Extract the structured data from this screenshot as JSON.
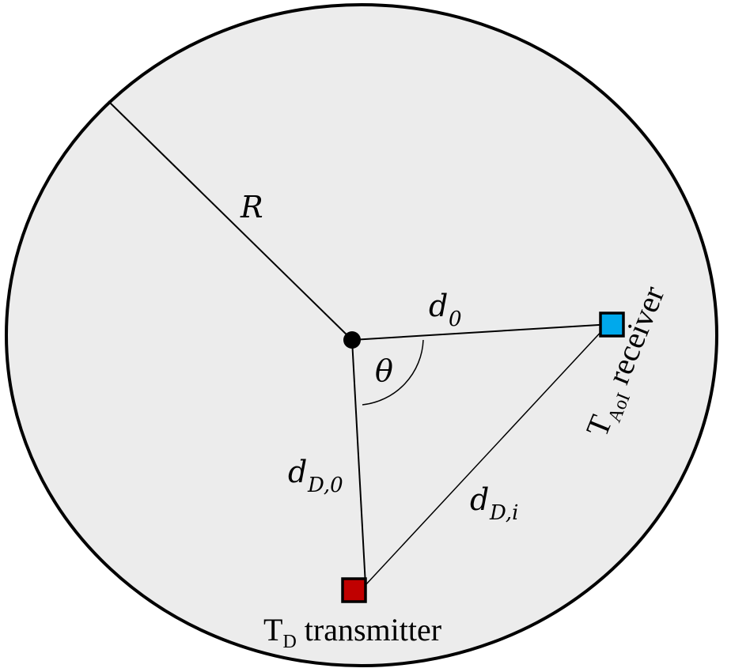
{
  "diagram": {
    "colors": {
      "disk_fill": "#ececec",
      "outline": "#000000",
      "receiver": "#00a9ec",
      "transmitter": "#c00000"
    },
    "labels": {
      "radius": "R",
      "d0_main": "d",
      "d0_sub": "0",
      "theta": "θ",
      "dD0_main": "d",
      "dD0_sub": "D,0",
      "dDi_main": "d",
      "dDi_sub": "D,i"
    },
    "receiver": {
      "label_main": "T",
      "label_sub": "AoI",
      "label_rest": " receiver"
    },
    "transmitter": {
      "label_main": "T",
      "label_sub": "D",
      "label_rest": " transmitter"
    }
  }
}
